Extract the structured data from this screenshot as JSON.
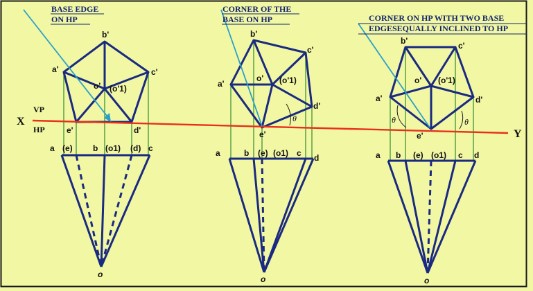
{
  "colors": {
    "background": "#f2f7a4",
    "shape_line": "#1a2a80",
    "projector_line": "#2e8b2e",
    "xy_line": "#e8301c",
    "callout_line": "#2aa0c8",
    "callout_text": "#12246e",
    "border": "#1a1a1a"
  },
  "xy_line": {
    "x_label": "X",
    "y_label": "Y",
    "vp_label": "VP",
    "hp_label": "HP"
  },
  "callouts": {
    "left": [
      "BASE EDGE",
      "ON HP"
    ],
    "middle": [
      "CORNER OF THE",
      "BASE ON HP"
    ],
    "right": [
      "CORNER ON HP WITH TWO BASE",
      "EDGESEQUALLY INCLINED TO HP"
    ]
  },
  "figures": [
    {
      "id": "left",
      "front_view_labels": [
        "b'",
        "a'",
        "c'",
        "o'",
        "(o'1)",
        "e'",
        "d'"
      ],
      "top_view_labels": [
        "a",
        "(e)",
        "b",
        "(o1)",
        "(d)",
        "c"
      ],
      "apex_label": "o"
    },
    {
      "id": "middle",
      "front_view_labels": [
        "b'",
        "c'",
        "a'",
        "o'",
        "(o'1)",
        "d'",
        "e'"
      ],
      "top_view_labels": [
        "a",
        "b",
        "(e)",
        "(o1)",
        "c",
        "d"
      ],
      "apex_label": "o",
      "angle_label": "θ"
    },
    {
      "id": "right",
      "front_view_labels": [
        "b'",
        "c'",
        "o'",
        "(o'1)",
        "a'",
        "d'",
        "e'"
      ],
      "top_view_labels": [
        "a",
        "b",
        "(e)",
        "(o1)",
        "c",
        "d"
      ],
      "apex_label": "o",
      "angle_labels": [
        "θ",
        "θ"
      ]
    }
  ]
}
